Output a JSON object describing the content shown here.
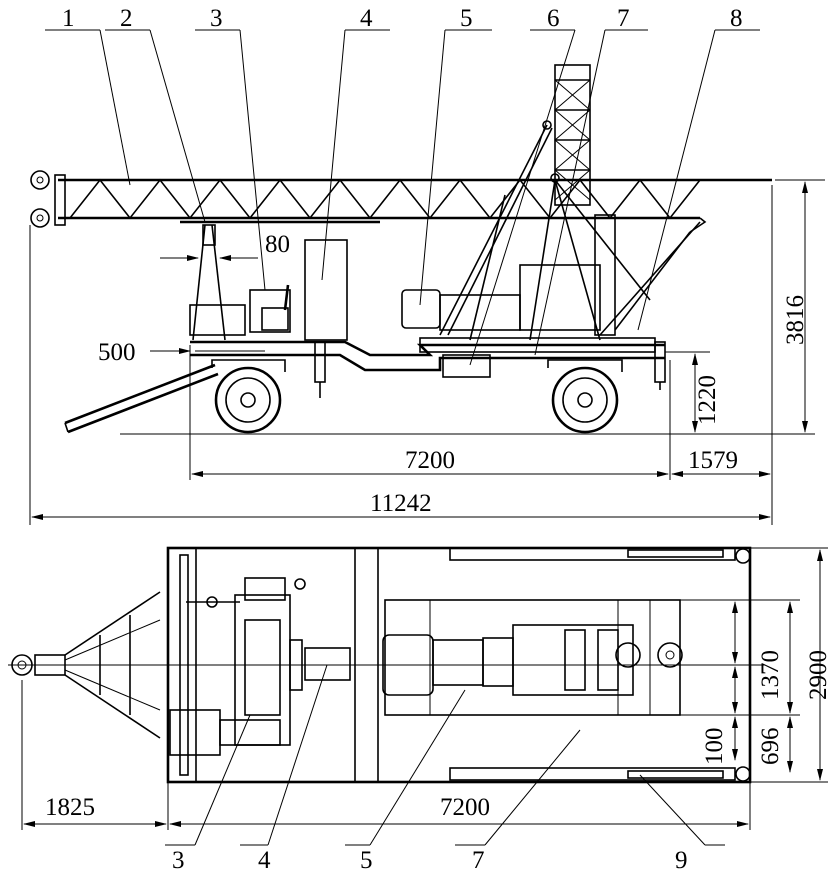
{
  "side_view": {
    "callouts": [
      "1",
      "2",
      "3",
      "4",
      "5",
      "6",
      "7",
      "8"
    ],
    "dimensions": {
      "gap": "80",
      "offset": "500",
      "total_height": "3816",
      "frame_height": "1220",
      "wheelbase_frame": "7200",
      "overhang": "1579",
      "total_length": "11242"
    }
  },
  "plan_view": {
    "callouts": [
      "3",
      "4",
      "5",
      "7",
      "9"
    ],
    "dimensions": {
      "drawbar": "1825",
      "frame_length": "7200",
      "inner_width": "1370",
      "total_width": "2900",
      "edge_offset": "100",
      "rail_offset": "696"
    }
  }
}
